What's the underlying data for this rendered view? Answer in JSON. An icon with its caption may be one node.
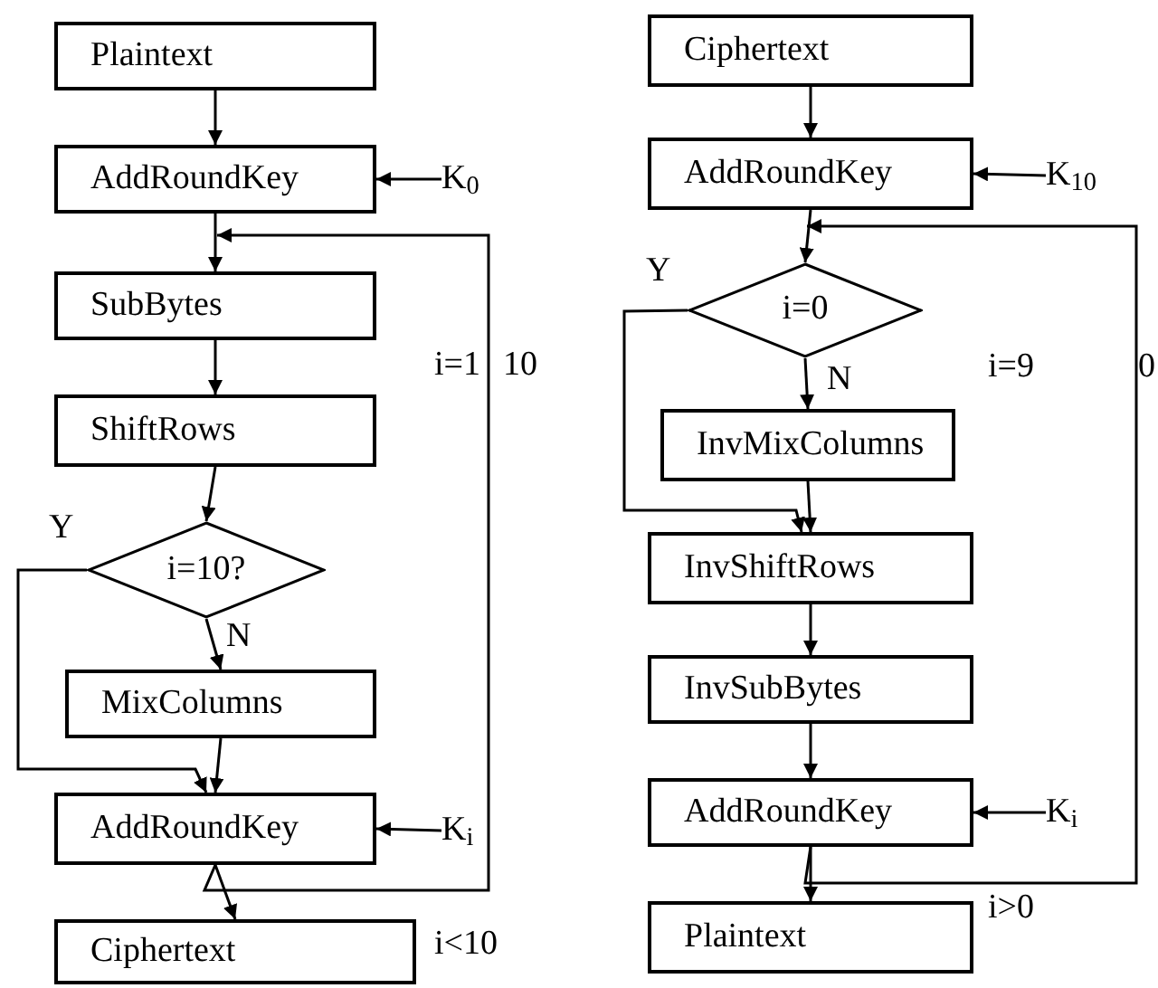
{
  "diagram": {
    "nodes": [
      {
        "text": [
          "Plaintext"
        ]
      },
      {
        "text": [
          "AddRoundKey"
        ]
      },
      {
        "text": [
          "K$_{0}$"
        ]
      },
      {
        "text": [
          "SubBytes"
        ]
      },
      {
        "text": [
          "ShiftRows"
        ]
      },
      {
        "text": [
          "i=10?"
        ]
      },
      {
        "text": [
          "MixColumns"
        ]
      },
      {
        "text": [
          "AddRoundKey"
        ]
      },
      {
        "text": [
          "K$_{i}$"
        ]
      },
      {
        "text": [
          "Ciphertext"
        ]
      },
      {
        "text": [
          "Ciphertext"
        ]
      },
      {
        "text": [
          "AddRoundKey"
        ]
      },
      {
        "text": [
          "K$_{10}$"
        ]
      },
      {
        "text": [
          "i=0"
        ]
      },
      {
        "text": [
          "InvMixColumns"
        ]
      },
      {
        "text": [
          "InvShiftRows"
        ]
      },
      {
        "text": [
          "InvSubBytes"
        ]
      },
      {
        "text": [
          "AddRoundKey"
        ]
      },
      {
        "text": [
          "K$_{i}$"
        ]
      },
      {
        "text": [
          "Plaintext"
        ]
      }
    ],
    "edges": [
      {
        "from": 0,
        "to": 1,
        "arrow": "to"
      },
      {
        "from": 2,
        "to": 1,
        "arrow": "to"
      },
      {
        "from": 1,
        "to": 3,
        "arrow": "to"
      },
      {
        "from": 3,
        "to": 4,
        "arrow": "to"
      },
      {
        "from": 4,
        "to": 5,
        "arrow": "to"
      },
      {
        "from": 5,
        "to": 6,
        "arrow": "to",
        "label": "N"
      },
      {
        "from": 5,
        "to": 7,
        "arrow": "to",
        "label": "Y"
      },
      {
        "from": 6,
        "to": 7,
        "arrow": "to"
      },
      {
        "from": 8,
        "to": 7,
        "arrow": "to"
      },
      {
        "from": 7,
        "to": 9,
        "arrow": "to"
      },
      {
        "from": 7,
        "to": 3,
        "arrow": "to"
      },
      {
        "from": 10,
        "to": 11,
        "arrow": "to"
      },
      {
        "from": 12,
        "to": 11,
        "arrow": "to"
      },
      {
        "from": 11,
        "to": 13,
        "arrow": "to"
      },
      {
        "from": 13,
        "to": 14,
        "arrow": "to",
        "label": "N"
      },
      {
        "from": 13,
        "to": 15,
        "arrow": "to",
        "label": "Y"
      },
      {
        "from": 14,
        "to": 15,
        "arrow": "to"
      },
      {
        "from": 15,
        "to": 16,
        "arrow": "to"
      },
      {
        "from": 16,
        "to": 17,
        "arrow": "to"
      },
      {
        "from": 18,
        "to": 17,
        "arrow": "to"
      },
      {
        "from": 17,
        "to": 19,
        "arrow": "to"
      },
      {
        "from": 17,
        "to": 13,
        "arrow": "to"
      }
    ],
    "labels": [
      "i=1",
      "10",
      "i<10",
      "i=9",
      "0",
      "i>0"
    ]
  }
}
